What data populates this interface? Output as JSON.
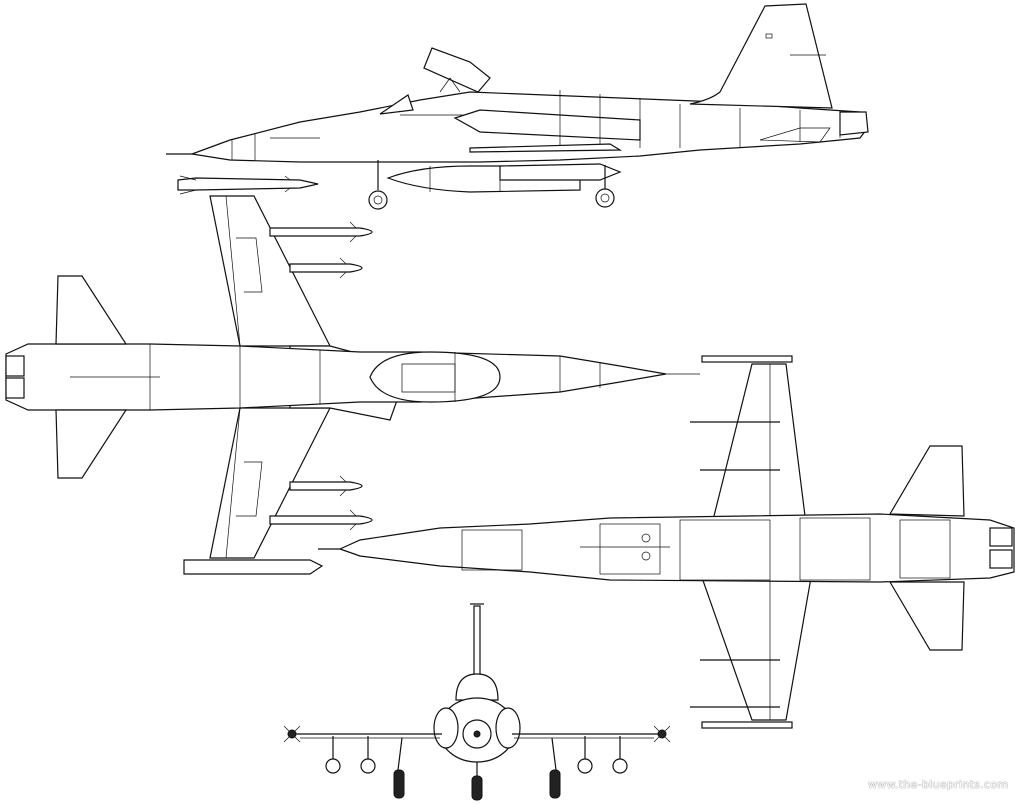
{
  "image": {
    "subject": "F-5 fighter aircraft three-view blueprint",
    "style": "black line drawing on white",
    "background_color": "#ffffff",
    "line_color": "#111111"
  },
  "views": [
    {
      "name": "side-view",
      "label": "Side profile with canopy open, drop tanks and missiles"
    },
    {
      "name": "top-view",
      "label": "Top plan view, nose right, missiles on wings"
    },
    {
      "name": "bottom-view",
      "label": "Underside plan view, nose left, wingtip rails"
    },
    {
      "name": "front-view",
      "label": "Front view with landing gear and underwing stores"
    }
  ],
  "watermark": {
    "text": "www.the-blueprints.com"
  }
}
